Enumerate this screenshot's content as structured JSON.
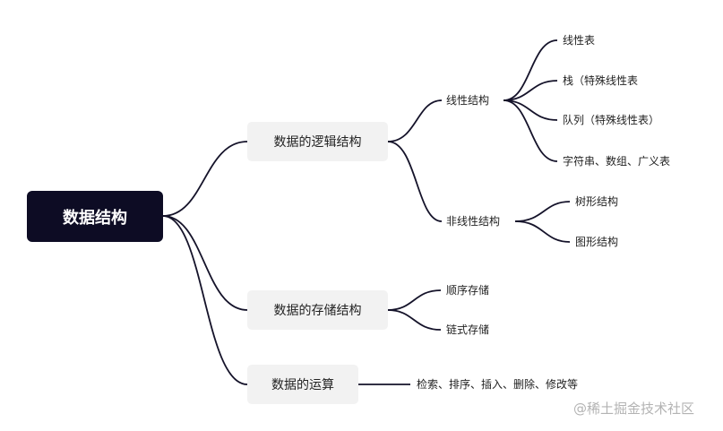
{
  "root": {
    "label": "数据结构"
  },
  "branches": {
    "logical": {
      "label": "数据的逻辑结构",
      "linear": {
        "label": "线性结构",
        "items": [
          "线性表",
          "栈（特殊线性表",
          "队列（特殊线性表）",
          "字符串、数组、广义表"
        ]
      },
      "nonlinear": {
        "label": "非线性结构",
        "items": [
          "树形结构",
          "图形结构"
        ]
      }
    },
    "storage": {
      "label": "数据的存储结构",
      "items": [
        "顺序存储",
        "链式存储"
      ]
    },
    "operations": {
      "label": "数据的运算",
      "items": [
        "检索、排序、插入、删除、修改等"
      ]
    }
  },
  "watermark": {
    "text": "@稀土掘金技术社区"
  },
  "colors": {
    "root_bg": "#0d0c24",
    "branch_bg": "#f2f2f2",
    "line": "#15132a"
  }
}
